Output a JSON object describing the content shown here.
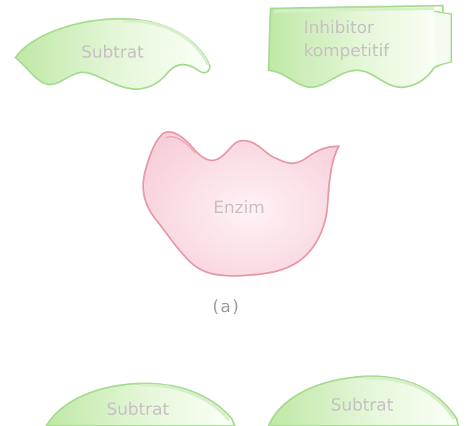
{
  "diagram": {
    "shapes": {
      "substrate_top": {
        "label": "Subtrat"
      },
      "inhibitor": {
        "label_line1": "Inhibitor",
        "label_line2": "kompetitif"
      },
      "enzyme": {
        "label": "Enzim"
      },
      "substrate_bottom_left": {
        "label": "Subtrat"
      },
      "substrate_bottom_right": {
        "label": "Subtrat"
      }
    },
    "caption": "(a)",
    "colors": {
      "substrate_fill": "#d7f2c4",
      "substrate_stroke": "#9fd98a",
      "enzyme_fill": "#fbe3ea",
      "enzyme_stroke": "#e79aa6",
      "label_text": "#c9c0c4"
    }
  }
}
